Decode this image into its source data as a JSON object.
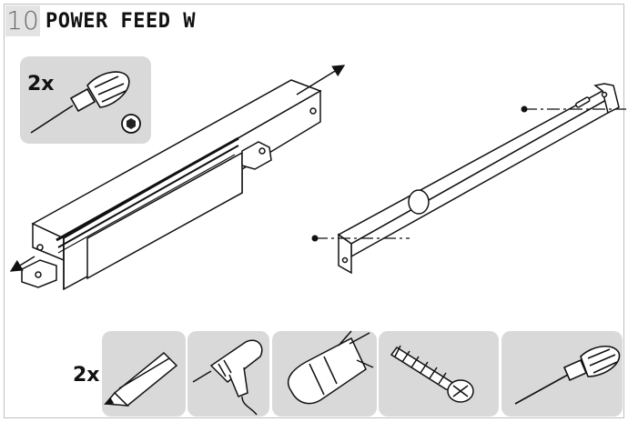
{
  "step": {
    "number": "10",
    "title": "POWER FEED W"
  },
  "top_tool": {
    "quantity": "2x",
    "icons": [
      "screwdriver-icon",
      "hex-bit-icon"
    ]
  },
  "bottom_tools": {
    "quantity": "2x",
    "icons": [
      "pencil-icon",
      "drill-icon",
      "wall-plug-icon",
      "screw-icon",
      "screwdriver-icon"
    ]
  },
  "illustrations": [
    "power-feed-track-unit",
    "mounting-bracket"
  ]
}
